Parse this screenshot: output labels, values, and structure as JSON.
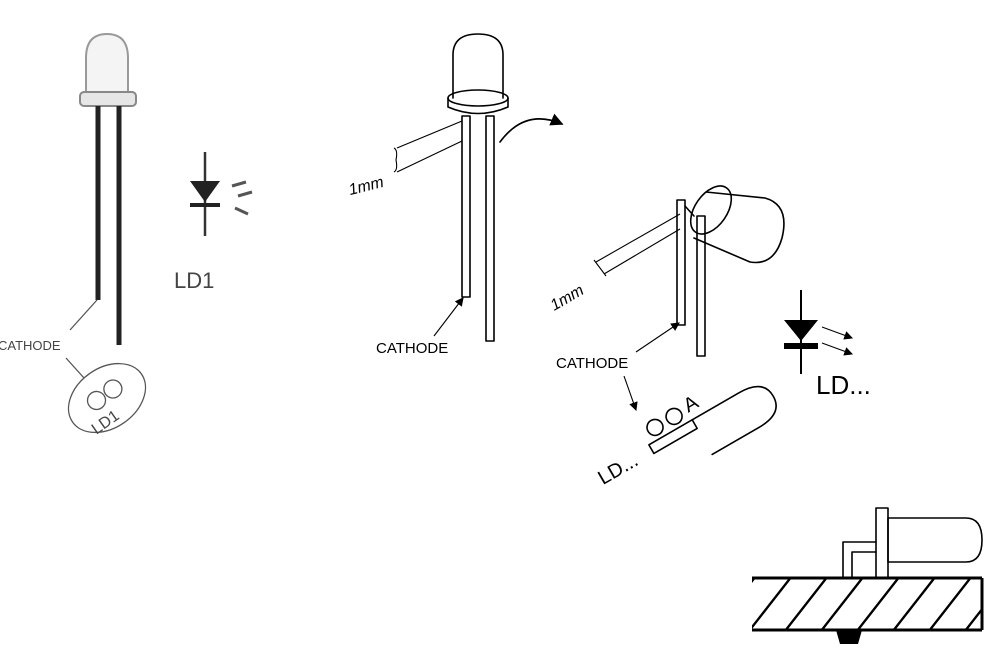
{
  "labels": {
    "cathode_left": "CATHODE",
    "ld1_label": "LD1",
    "ld1_footprint": "LD1",
    "cathode_mid": "CATHODE",
    "dim_mid": "1mm",
    "dim_right": "1mm",
    "cathode_right": "CATHODE",
    "ld_symbol": "LD...",
    "ld_footprint": "LD...",
    "anode_mark": "A"
  }
}
